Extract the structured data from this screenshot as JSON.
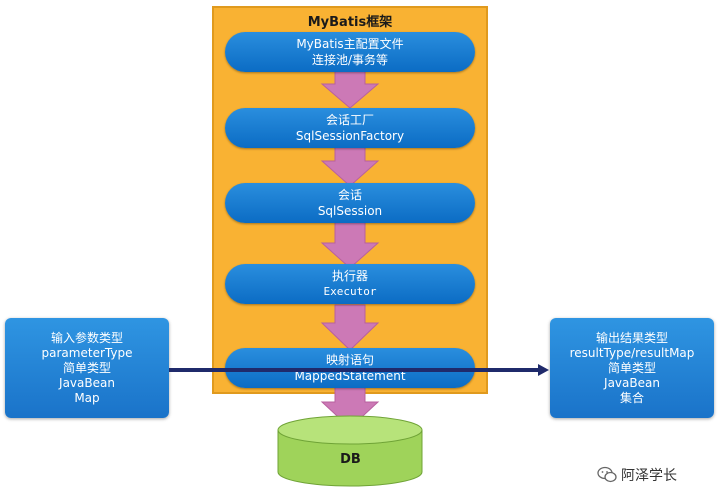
{
  "frame": {
    "title": "MyBatis框架"
  },
  "flow": [
    {
      "line1": "MyBatis主配置文件",
      "line2": "连接池/事务等"
    },
    {
      "line1": "会话工厂",
      "line2": "SqlSessionFactory"
    },
    {
      "line1": "会话",
      "line2": "SqlSession"
    },
    {
      "line1": "执行器",
      "line2": "Executor"
    },
    {
      "line1": "映射语句",
      "line2": "MappedStatement"
    }
  ],
  "input": {
    "lines": [
      "输入参数类型",
      "parameterType",
      "简单类型",
      "JavaBean",
      "Map"
    ]
  },
  "output": {
    "lines": [
      "输出结果类型",
      "resultType/resultMap",
      "简单类型",
      "JavaBean",
      "集合"
    ]
  },
  "db": {
    "label": "DB"
  },
  "watermark": {
    "text": "阿泽学长",
    "icon": "wechat-icon"
  },
  "colors": {
    "frame": "#f9b233",
    "pill": "#0b6cc4",
    "arrow": "#cc79b6",
    "db": "#9fd35a",
    "connector": "#1f2a6b"
  }
}
